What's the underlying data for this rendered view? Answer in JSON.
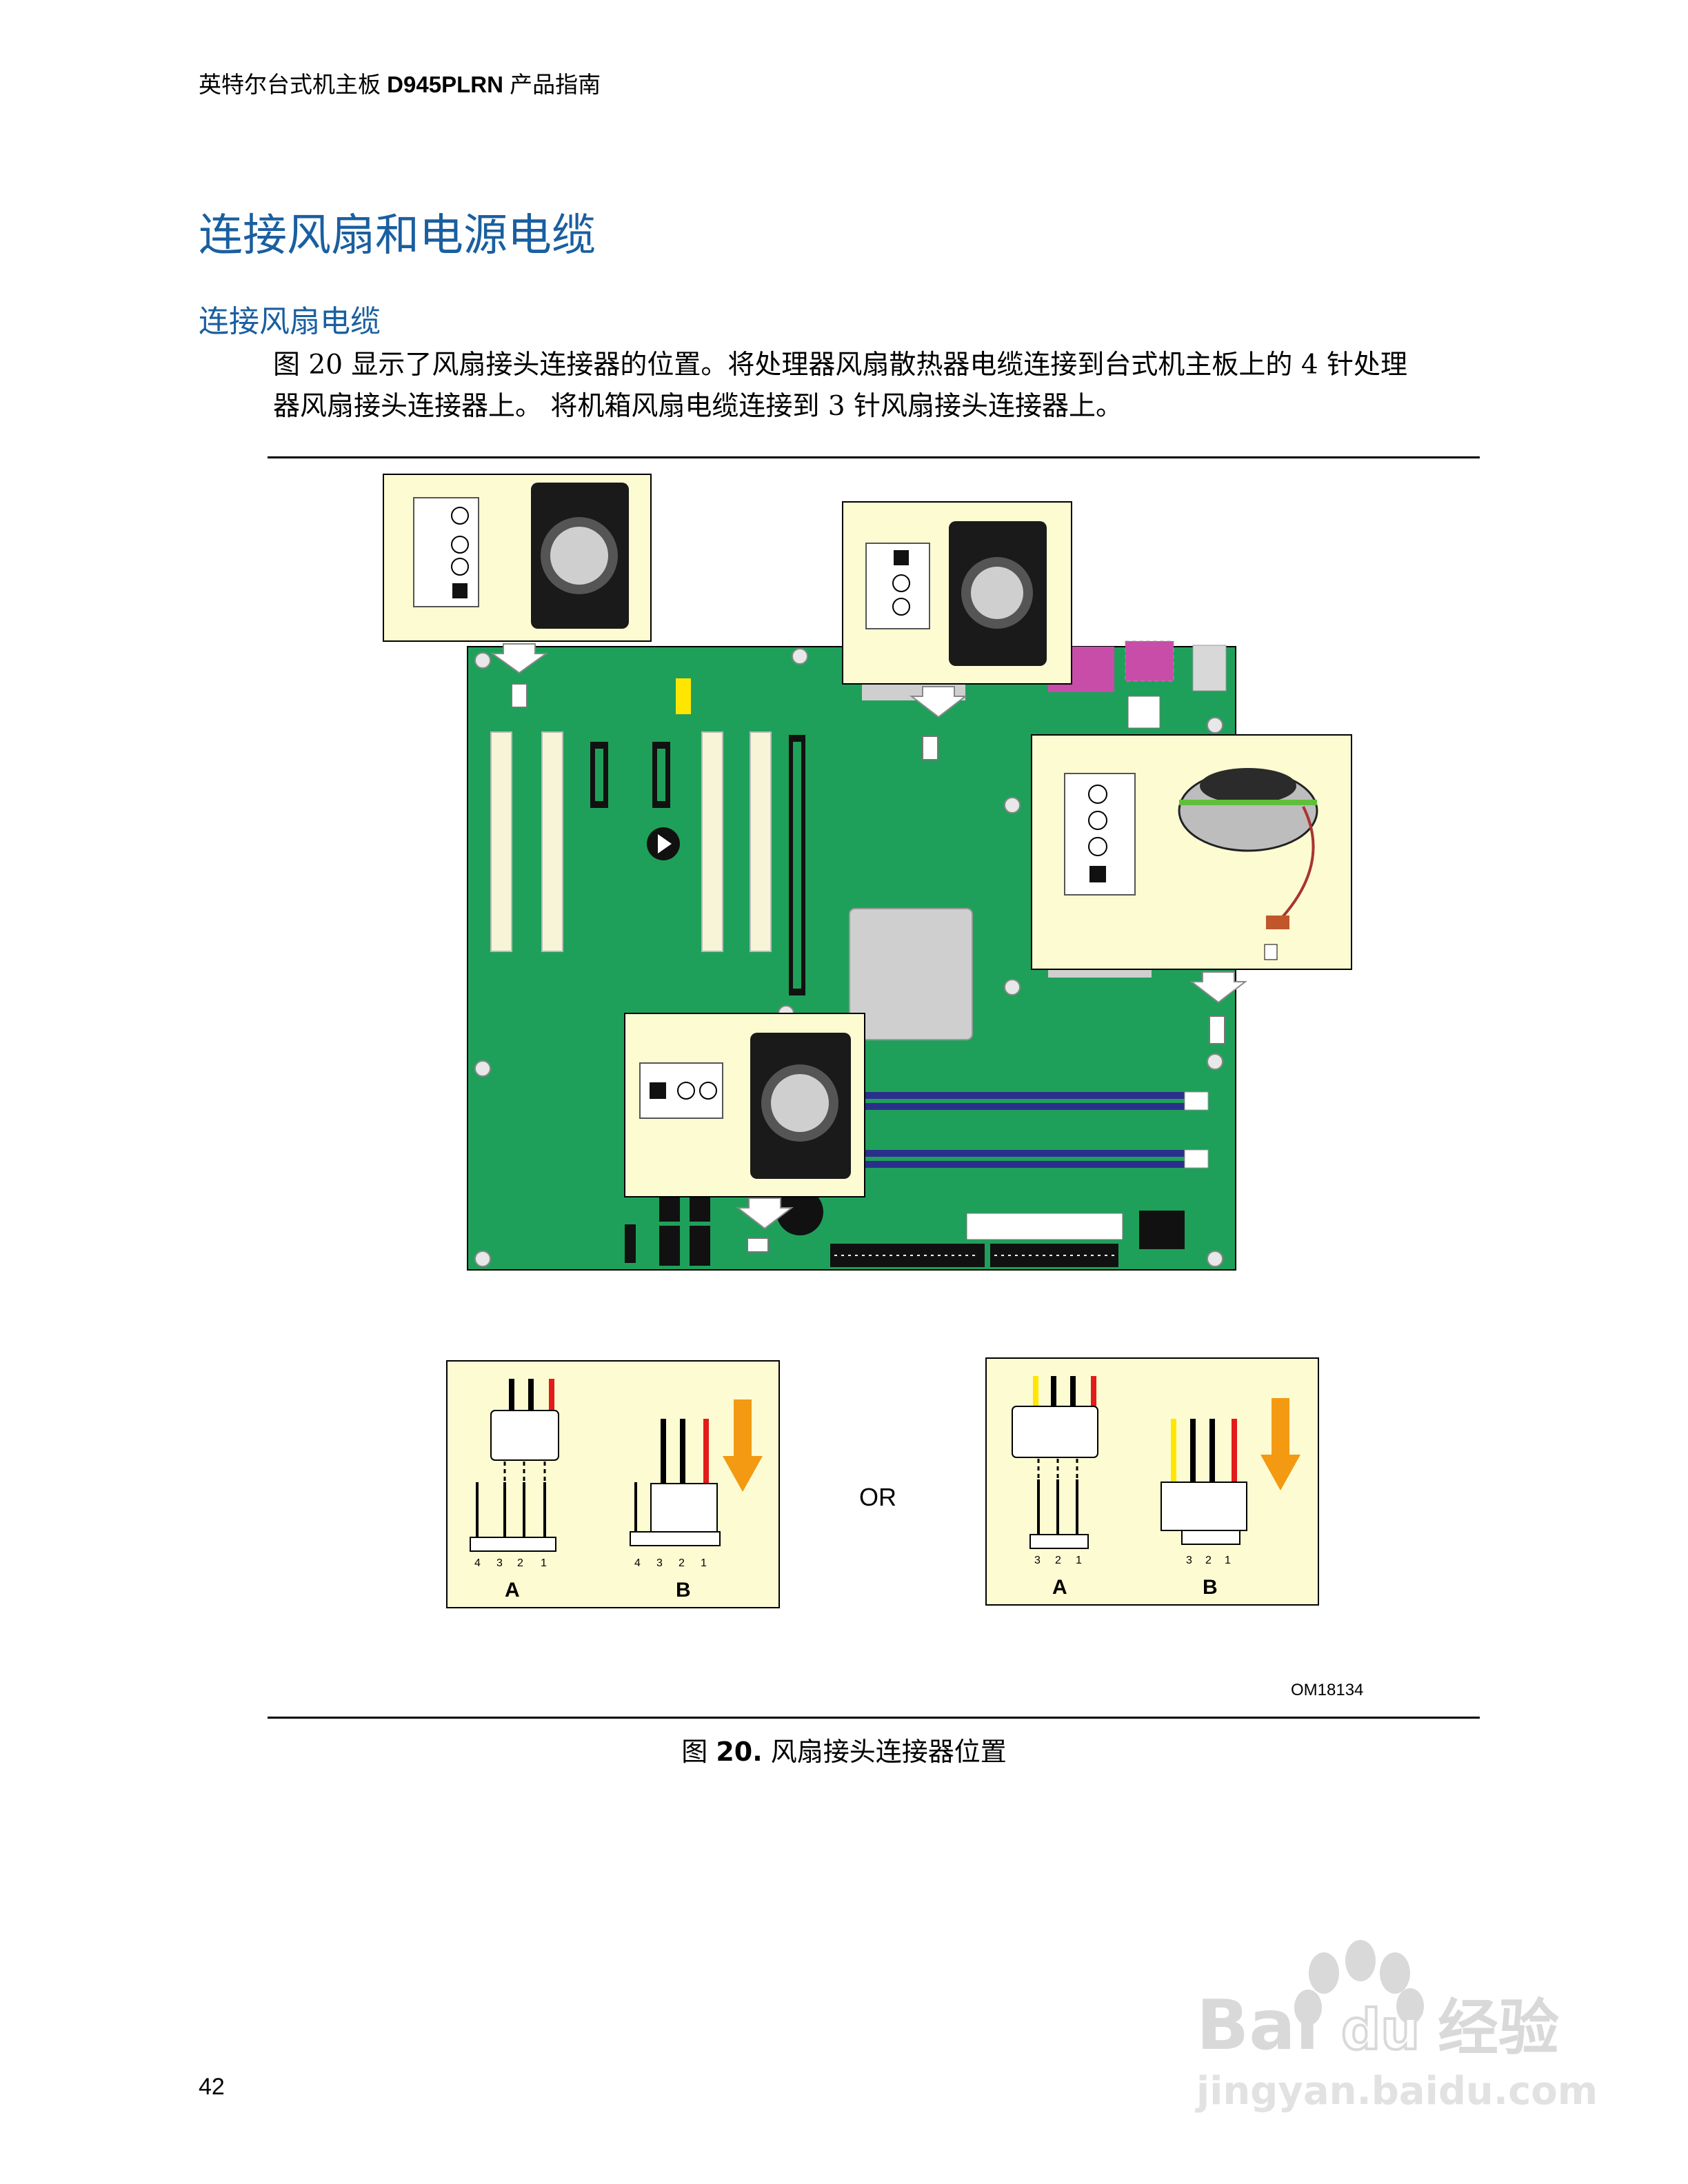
{
  "header": {
    "prefix": "英特尔台式机主板 ",
    "model": "D945PLRN",
    "suffix": " 产品指南"
  },
  "section_title": "连接风扇和电源电缆",
  "subsection_title": "连接风扇电缆",
  "paragraph": "图 20 显示了风扇接头连接器的位置。将处理器风扇散热器电缆连接到台式机主板上的 4 针处理器风扇接头连接器上。 将机箱风扇电缆连接到 3 针风扇接头连接器上。",
  "figure": {
    "or_label": "OR",
    "label_a": "A",
    "label_b": "B",
    "pins_4": [
      "4",
      "3",
      "2",
      "1"
    ],
    "pins_3": [
      "3",
      "2",
      "1"
    ],
    "figure_id": "OM18134",
    "board_color": "#1fa05a",
    "callout_color": "#fdfbd2",
    "arrow_color": "#f39a12",
    "wire_colors": [
      "#ffe600",
      "#000000",
      "#000000",
      "#e21b1b"
    ]
  },
  "caption": {
    "prefix": "图 ",
    "number": "20.",
    "text": "  风扇接头连接器位置"
  },
  "page_number": "42",
  "watermark": {
    "brand": "Bai",
    "brand2": "du",
    "cn": "经验",
    "url": "jingyan.baidu.com"
  }
}
